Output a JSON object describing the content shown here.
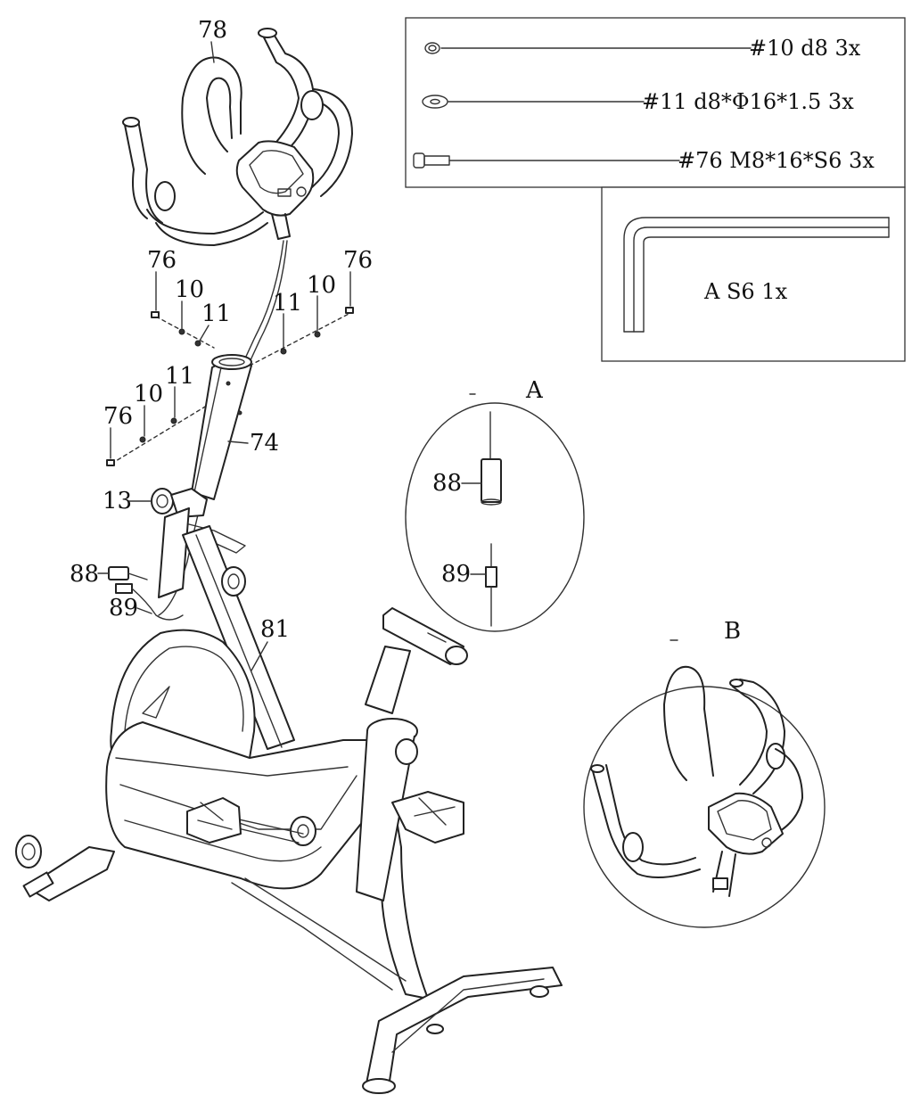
{
  "hardware_box": {
    "items": [
      {
        "label": "#10 d8 3x"
      },
      {
        "label": "#11 d8*Φ16*1.5 3x"
      },
      {
        "label": "#76 M8*16*S6 3x"
      }
    ]
  },
  "tool_box": {
    "label": "A S6 1x"
  },
  "detail_a": {
    "title": "A",
    "parts": [
      "88",
      "89"
    ]
  },
  "detail_b": {
    "title": "B"
  },
  "callouts": {
    "handlebar": "78",
    "post": "74",
    "knob": "13",
    "frame": "81",
    "bolt_left_top": "76",
    "washer10_left_top": "10",
    "washer11_left_top": "11",
    "washer11_right": "11",
    "washer10_right": "10",
    "bolt_right": "76",
    "washer11_left_low": "11",
    "washer10_left_low": "10",
    "bolt_left_low": "76",
    "connector_88": "88",
    "connector_89": "89"
  }
}
